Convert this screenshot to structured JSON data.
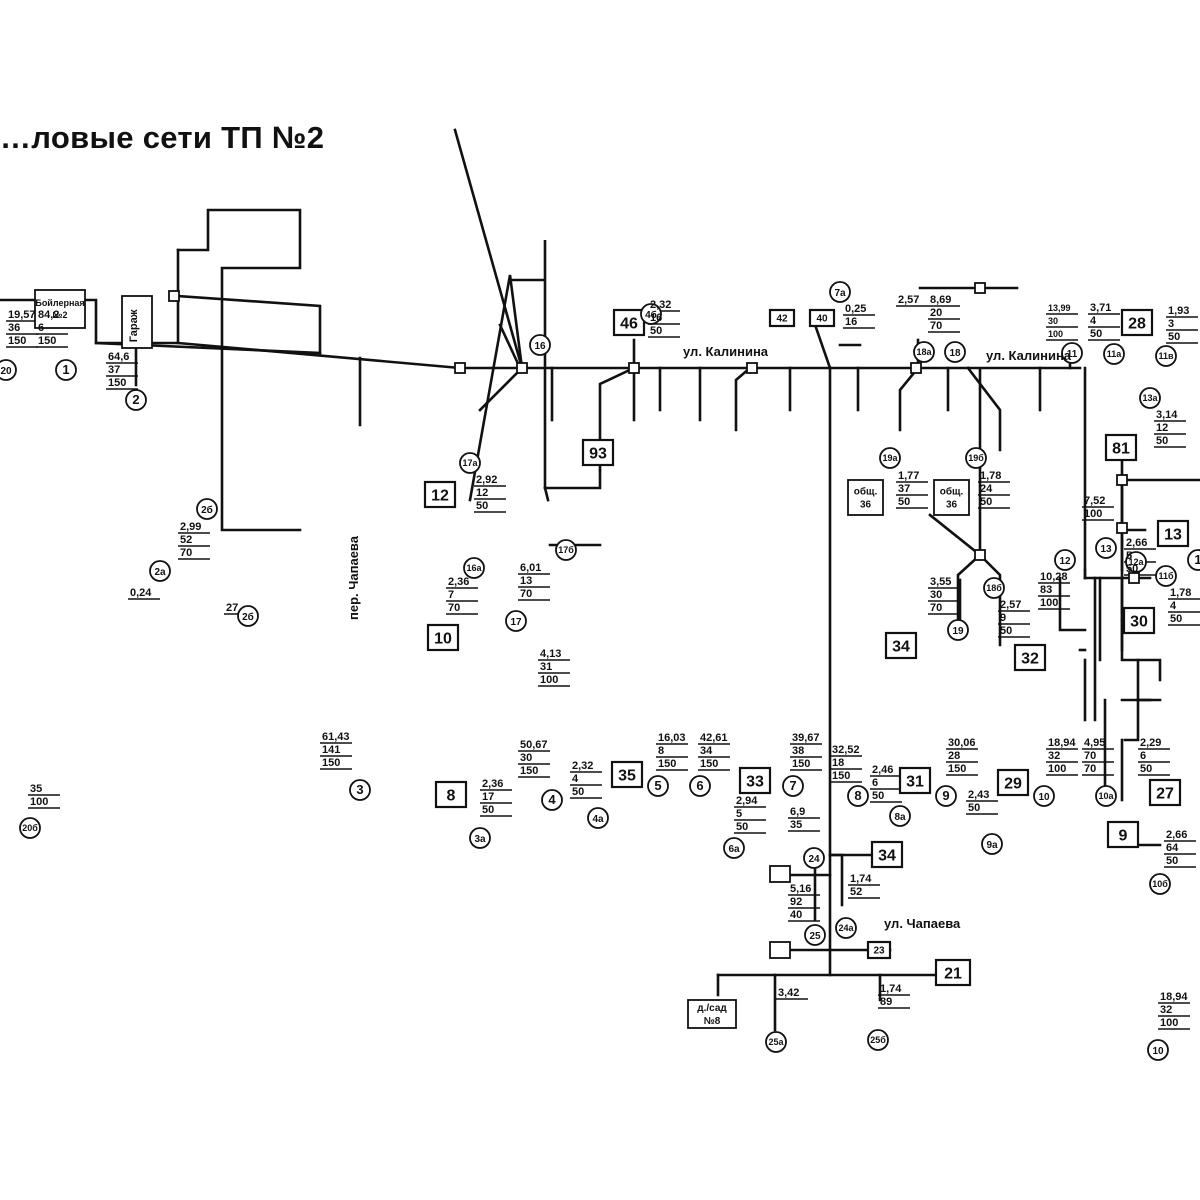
{
  "title": "…ловые сети ТП №2",
  "colors": {
    "line": "#111111",
    "background": "#ffffff"
  },
  "streets": [
    {
      "id": "kalinina-1",
      "text": "ул. Калинина"
    },
    {
      "id": "kalinina-2",
      "text": "ул. Калинина"
    },
    {
      "id": "chapaeva",
      "text": "ул. Чапаева"
    },
    {
      "id": "per-chapaeva",
      "text": "пер. Чапаева"
    }
  ],
  "buildings": [
    {
      "id": "boiler",
      "lines": [
        "Бойлерная",
        "№2"
      ]
    },
    {
      "id": "garage",
      "lines": [
        "Гараж"
      ]
    },
    {
      "id": "dsad",
      "lines": [
        "д./сад",
        "№8"
      ]
    },
    {
      "id": "obsh1",
      "lines": [
        "общ.",
        "36"
      ]
    },
    {
      "id": "obsh2",
      "lines": [
        "общ.",
        "36"
      ]
    }
  ],
  "boxes": [
    {
      "id": "b93",
      "text": "93"
    },
    {
      "id": "b12",
      "text": "12"
    },
    {
      "id": "b10",
      "text": "10"
    },
    {
      "id": "b8",
      "text": "8"
    },
    {
      "id": "b46",
      "text": "46"
    },
    {
      "id": "b35",
      "text": "35"
    },
    {
      "id": "b33",
      "text": "33"
    },
    {
      "id": "b34a",
      "text": "34"
    },
    {
      "id": "b34b",
      "text": "34"
    },
    {
      "id": "b21",
      "text": "21"
    },
    {
      "id": "b31",
      "text": "31"
    },
    {
      "id": "b29",
      "text": "29"
    },
    {
      "id": "b32",
      "text": "32"
    },
    {
      "id": "b81",
      "text": "81"
    },
    {
      "id": "b13",
      "text": "13"
    },
    {
      "id": "b30",
      "text": "30"
    },
    {
      "id": "b28",
      "text": "28"
    },
    {
      "id": "b27",
      "text": "27"
    },
    {
      "id": "b9",
      "text": "9"
    },
    {
      "id": "b42",
      "text": "42"
    },
    {
      "id": "b40",
      "text": "40"
    },
    {
      "id": "b23",
      "text": "23"
    },
    {
      "id": "b27s",
      "text": "27"
    }
  ],
  "nodes": [
    {
      "id": "n1",
      "text": "1"
    },
    {
      "id": "n20",
      "text": "20"
    },
    {
      "id": "n20b",
      "text": "20б"
    },
    {
      "id": "n2",
      "text": "2"
    },
    {
      "id": "n2a",
      "text": "2а"
    },
    {
      "id": "n2b1",
      "text": "2б"
    },
    {
      "id": "n2b2",
      "text": "2б"
    },
    {
      "id": "n3",
      "text": "3"
    },
    {
      "id": "n3a",
      "text": "3а"
    },
    {
      "id": "n4",
      "text": "4"
    },
    {
      "id": "n4a",
      "text": "4а"
    },
    {
      "id": "n5",
      "text": "5"
    },
    {
      "id": "n6",
      "text": "6"
    },
    {
      "id": "n6a",
      "text": "6а"
    },
    {
      "id": "n7",
      "text": "7"
    },
    {
      "id": "n7a",
      "text": "7а"
    },
    {
      "id": "n8",
      "text": "8"
    },
    {
      "id": "n8a",
      "text": "8а"
    },
    {
      "id": "n9",
      "text": "9"
    },
    {
      "id": "n9a",
      "text": "9а"
    },
    {
      "id": "n10",
      "text": "10"
    },
    {
      "id": "n10a",
      "text": "10а"
    },
    {
      "id": "n10b",
      "text": "10б"
    },
    {
      "id": "n10s",
      "text": "10"
    },
    {
      "id": "n11",
      "text": "11"
    },
    {
      "id": "n11a",
      "text": "11а"
    },
    {
      "id": "n11b",
      "text": "11б"
    },
    {
      "id": "n11v",
      "text": "11в"
    },
    {
      "id": "n12",
      "text": "12"
    },
    {
      "id": "n12a",
      "text": "12а"
    },
    {
      "id": "n13",
      "text": "13"
    },
    {
      "id": "n13a",
      "text": "13а"
    },
    {
      "id": "n16",
      "text": "16"
    },
    {
      "id": "n16a",
      "text": "16а"
    },
    {
      "id": "n17",
      "text": "17"
    },
    {
      "id": "n17a",
      "text": "17а"
    },
    {
      "id": "n17b",
      "text": "17б"
    },
    {
      "id": "n18",
      "text": "18"
    },
    {
      "id": "n18a",
      "text": "18а"
    },
    {
      "id": "n18b",
      "text": "18б"
    },
    {
      "id": "n19",
      "text": "19"
    },
    {
      "id": "n19a",
      "text": "19а"
    },
    {
      "id": "n19b",
      "text": "19б"
    },
    {
      "id": "n24",
      "text": "24"
    },
    {
      "id": "n24a",
      "text": "24а"
    },
    {
      "id": "n25",
      "text": "25"
    },
    {
      "id": "n25a",
      "text": "25а"
    },
    {
      "id": "n25b",
      "text": "25б"
    },
    {
      "id": "n4b",
      "text": "4б"
    },
    {
      "id": "n1r",
      "text": "1"
    }
  ],
  "labels": [
    {
      "id": "l1a",
      "text": "19,57"
    },
    {
      "id": "l1b",
      "text": "36"
    },
    {
      "id": "l1c",
      "text": "150"
    },
    {
      "id": "l2a",
      "text": "84,2"
    },
    {
      "id": "l2b",
      "text": "6"
    },
    {
      "id": "l2c",
      "text": "150"
    },
    {
      "id": "l3a",
      "text": "35"
    },
    {
      "id": "l3b",
      "text": "100"
    },
    {
      "id": "l4a",
      "text": "64,6"
    },
    {
      "id": "l4b",
      "text": "37"
    },
    {
      "id": "l4c",
      "text": "150"
    },
    {
      "id": "l5a",
      "text": "0,24"
    },
    {
      "id": "l6a",
      "text": "2,99"
    },
    {
      "id": "l6b",
      "text": "52"
    },
    {
      "id": "l6c",
      "text": "70"
    },
    {
      "id": "l7a",
      "text": "27"
    },
    {
      "id": "l8a",
      "text": "61,43"
    },
    {
      "id": "l8b",
      "text": "141"
    },
    {
      "id": "l8c",
      "text": "150"
    },
    {
      "id": "l9a",
      "text": "2,92"
    },
    {
      "id": "l9b",
      "text": "12"
    },
    {
      "id": "l9c",
      "text": "50"
    },
    {
      "id": "l10a",
      "text": "2,36"
    },
    {
      "id": "l10b",
      "text": "7"
    },
    {
      "id": "l10c",
      "text": "70"
    },
    {
      "id": "l11a",
      "text": "6,01"
    },
    {
      "id": "l11b",
      "text": "13"
    },
    {
      "id": "l11c",
      "text": "70"
    },
    {
      "id": "l12a",
      "text": "4,13"
    },
    {
      "id": "l12b",
      "text": "31"
    },
    {
      "id": "l12c",
      "text": "100"
    },
    {
      "id": "l13a",
      "text": "50,67"
    },
    {
      "id": "l13b",
      "text": "30"
    },
    {
      "id": "l13c",
      "text": "150"
    },
    {
      "id": "l14a",
      "text": "2,36"
    },
    {
      "id": "l14b",
      "text": "17"
    },
    {
      "id": "l14c",
      "text": "50"
    },
    {
      "id": "l15a",
      "text": "2,32"
    },
    {
      "id": "l15b",
      "text": "16"
    },
    {
      "id": "l15c",
      "text": "50"
    },
    {
      "id": "l16a",
      "text": "2,32"
    },
    {
      "id": "l16b",
      "text": "4"
    },
    {
      "id": "l16c",
      "text": "50"
    },
    {
      "id": "l17a",
      "text": "16,03"
    },
    {
      "id": "l17b",
      "text": "8"
    },
    {
      "id": "l17c",
      "text": "150"
    },
    {
      "id": "l18a",
      "text": "42,61"
    },
    {
      "id": "l18b",
      "text": "34"
    },
    {
      "id": "l18c",
      "text": "150"
    },
    {
      "id": "l19a",
      "text": "2,94"
    },
    {
      "id": "l19b",
      "text": "5"
    },
    {
      "id": "l19c",
      "text": "50"
    },
    {
      "id": "l20a",
      "text": "39,67"
    },
    {
      "id": "l20b",
      "text": "38"
    },
    {
      "id": "l20c",
      "text": "150"
    },
    {
      "id": "l21a",
      "text": "0,25"
    },
    {
      "id": "l21b",
      "text": "16"
    },
    {
      "id": "l22a",
      "text": "32,52"
    },
    {
      "id": "l22b",
      "text": "18"
    },
    {
      "id": "l22c",
      "text": "150"
    },
    {
      "id": "l23a",
      "text": "2,46"
    },
    {
      "id": "l23b",
      "text": "6"
    },
    {
      "id": "l23c",
      "text": "50"
    },
    {
      "id": "l24a",
      "text": "6,9"
    },
    {
      "id": "l24b",
      "text": "35"
    },
    {
      "id": "l25a",
      "text": "5,16"
    },
    {
      "id": "l25b",
      "text": "92"
    },
    {
      "id": "l25c",
      "text": "40"
    },
    {
      "id": "l26a",
      "text": "1,74"
    },
    {
      "id": "l26b",
      "text": "52"
    },
    {
      "id": "l27a",
      "text": "3,42"
    },
    {
      "id": "l28a",
      "text": "1,74"
    },
    {
      "id": "l28b",
      "text": "89"
    },
    {
      "id": "l29a",
      "text": "1,77"
    },
    {
      "id": "l29b",
      "text": "37"
    },
    {
      "id": "l29c",
      "text": "50"
    },
    {
      "id": "l30a",
      "text": "1,78"
    },
    {
      "id": "l30b",
      "text": "24"
    },
    {
      "id": "l30c",
      "text": "50"
    },
    {
      "id": "l31a",
      "text": "3,55"
    },
    {
      "id": "l31b",
      "text": "30"
    },
    {
      "id": "l31c",
      "text": "70"
    },
    {
      "id": "l32a",
      "text": "2,57"
    },
    {
      "id": "l32b",
      "text": "9"
    },
    {
      "id": "l32c",
      "text": "50"
    },
    {
      "id": "l33a",
      "text": "2,57"
    },
    {
      "id": "l34a",
      "text": "8,69"
    },
    {
      "id": "l34b",
      "text": "20"
    },
    {
      "id": "l34c",
      "text": "70"
    },
    {
      "id": "l35a",
      "text": "30,06"
    },
    {
      "id": "l35b",
      "text": "28"
    },
    {
      "id": "l35c",
      "text": "150"
    },
    {
      "id": "l36a",
      "text": "2,43"
    },
    {
      "id": "l36b",
      "text": "50"
    },
    {
      "id": "l37a",
      "text": "18,94"
    },
    {
      "id": "l37b",
      "text": "32"
    },
    {
      "id": "l37c",
      "text": "100"
    },
    {
      "id": "l38a",
      "text": "13,99"
    },
    {
      "id": "l38b",
      "text": "30"
    },
    {
      "id": "l38c",
      "text": "100"
    },
    {
      "id": "l39a",
      "text": "10,28"
    },
    {
      "id": "l39b",
      "text": "83"
    },
    {
      "id": "l39c",
      "text": "100"
    },
    {
      "id": "l40a",
      "text": "3,71"
    },
    {
      "id": "l40b",
      "text": "4"
    },
    {
      "id": "l40c",
      "text": "50"
    },
    {
      "id": "l41a",
      "text": "4,95"
    },
    {
      "id": "l41b",
      "text": "70"
    },
    {
      "id": "l41c",
      "text": "70"
    },
    {
      "id": "l42a",
      "text": "2,29"
    },
    {
      "id": "l42b",
      "text": "6"
    },
    {
      "id": "l42c",
      "text": "50"
    },
    {
      "id": "l43a",
      "text": "2,66"
    },
    {
      "id": "l43b",
      "text": "64"
    },
    {
      "id": "l43c",
      "text": "50"
    },
    {
      "id": "l44a",
      "text": "1,93"
    },
    {
      "id": "l44b",
      "text": "3"
    },
    {
      "id": "l44c",
      "text": "50"
    },
    {
      "id": "l45a",
      "text": "1,78"
    },
    {
      "id": "l45b",
      "text": "4"
    },
    {
      "id": "l45c",
      "text": "50"
    },
    {
      "id": "l46a",
      "text": "2,66"
    },
    {
      "id": "l46b",
      "text": "5"
    },
    {
      "id": "l46c",
      "text": "50"
    },
    {
      "id": "l47a",
      "text": "7,52"
    },
    {
      "id": "l47b",
      "text": "100"
    },
    {
      "id": "l48a",
      "text": "3,14"
    },
    {
      "id": "l48b",
      "text": "12"
    },
    {
      "id": "l48c",
      "text": "50"
    },
    {
      "id": "l49a",
      "text": "18,94"
    },
    {
      "id": "l49b",
      "text": "32"
    },
    {
      "id": "l49c",
      "text": "100"
    }
  ]
}
